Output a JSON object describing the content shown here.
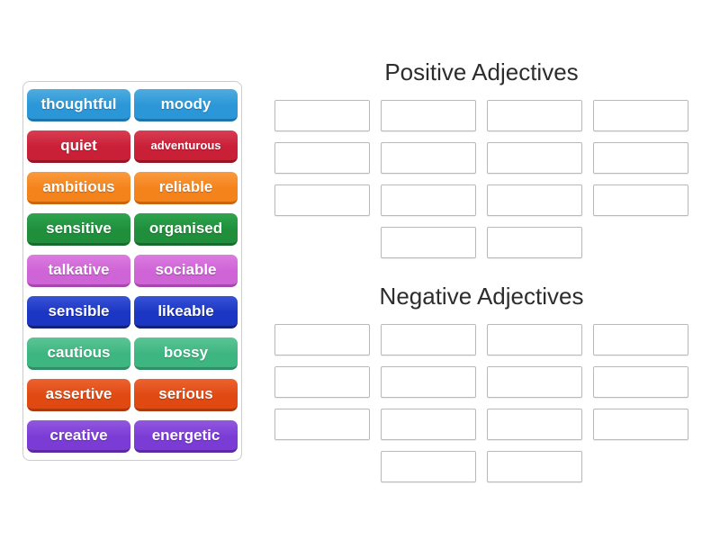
{
  "word_bank": {
    "tiles": [
      {
        "label": "thoughtful",
        "base": "#2b97d8",
        "light": "#4facde",
        "dark": "#1b76ad",
        "small": false
      },
      {
        "label": "moody",
        "base": "#2b97d8",
        "light": "#4facde",
        "dark": "#1b76ad",
        "small": false
      },
      {
        "label": "quiet",
        "base": "#c92038",
        "light": "#d93d52",
        "dark": "#991424",
        "small": false
      },
      {
        "label": "adventurous",
        "base": "#c92038",
        "light": "#d93d52",
        "dark": "#991424",
        "small": true
      },
      {
        "label": "ambitious",
        "base": "#f5831c",
        "light": "#f99b3e",
        "dark": "#cc640a",
        "small": false
      },
      {
        "label": "reliable",
        "base": "#f5831c",
        "light": "#f99b3e",
        "dark": "#cc640a",
        "small": false
      },
      {
        "label": "sensitive",
        "base": "#1f8f3c",
        "light": "#2fa44e",
        "dark": "#176c2d",
        "small": false
      },
      {
        "label": "organised",
        "base": "#1f8f3c",
        "light": "#2fa44e",
        "dark": "#176c2d",
        "small": false
      },
      {
        "label": "talkative",
        "base": "#cf64d6",
        "light": "#dc7ce0",
        "dark": "#a746af",
        "small": false
      },
      {
        "label": "sociable",
        "base": "#cf64d6",
        "light": "#dc7ce0",
        "dark": "#a746af",
        "small": false
      },
      {
        "label": "sensible",
        "base": "#1c36c4",
        "light": "#3753d6",
        "dark": "#12207e",
        "small": false
      },
      {
        "label": "likeable",
        "base": "#1c36c4",
        "light": "#3753d6",
        "dark": "#12207e",
        "small": false
      },
      {
        "label": "cautious",
        "base": "#3eb681",
        "light": "#5cc495",
        "dark": "#2d8f63",
        "small": false
      },
      {
        "label": "bossy",
        "base": "#3eb681",
        "light": "#5cc495",
        "dark": "#2d8f63",
        "small": false
      },
      {
        "label": "assertive",
        "base": "#e04a12",
        "light": "#ec6330",
        "dark": "#b0390c",
        "small": false
      },
      {
        "label": "serious",
        "base": "#e04a12",
        "light": "#ec6330",
        "dark": "#b0390c",
        "small": false
      },
      {
        "label": "creative",
        "base": "#7b3cd6",
        "light": "#9258de",
        "dark": "#5c28a6",
        "small": false
      },
      {
        "label": "energetic",
        "base": "#7b3cd6",
        "light": "#9258de",
        "dark": "#5c28a6",
        "small": false
      }
    ]
  },
  "groups": [
    {
      "title": "Positive Adjectives",
      "slot_rows": [
        4,
        4,
        4,
        2
      ]
    },
    {
      "title": "Negative Adjectives",
      "slot_rows": [
        4,
        4,
        4,
        2
      ]
    }
  ],
  "colors": {
    "page_background": "#ffffff",
    "panel_border": "#cccccc",
    "slot_border": "#b9b9b9",
    "title_text": "#2d2d2d",
    "tile_text": "#ffffff"
  }
}
